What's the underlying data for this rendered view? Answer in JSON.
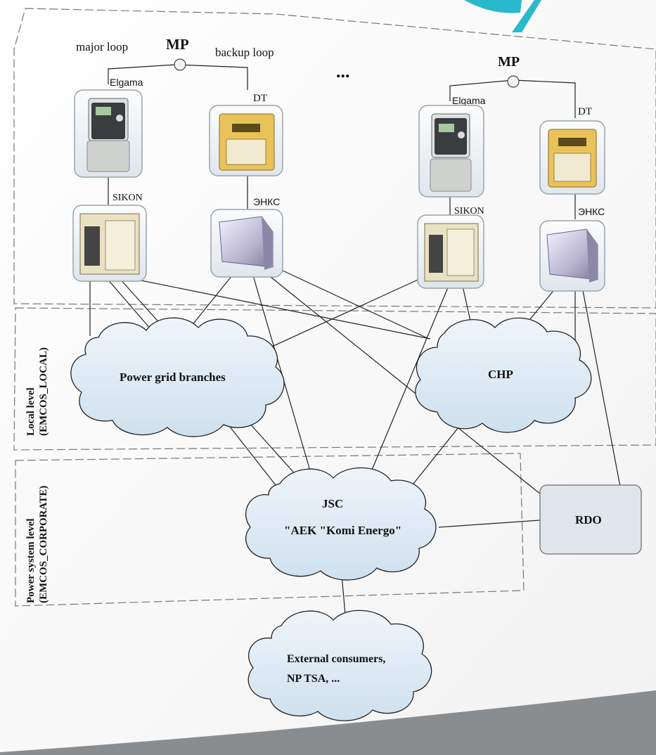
{
  "top": {
    "major_loop": "major loop",
    "mp_left": "MP",
    "backup_loop": "backup loop",
    "ellipsis": "...",
    "mp_right": "MP"
  },
  "devices": {
    "elgama_left": "Elgama",
    "dt_left": "DT",
    "sikon_left": "SIKON",
    "enks_left": "ЭНКС",
    "elgama_right": "Elgama",
    "dt_right": "DT",
    "sikon_right": "SIKON",
    "enks_right": "ЭНКС"
  },
  "levels": {
    "local_line1": "Local level",
    "local_line2": "(EMCOS_LOCAL)",
    "power_line1": "Power system level",
    "power_line2": "(EMCOS_CORPORATE)"
  },
  "nodes": {
    "power_grid": "Power grid branches",
    "chp": "CHP",
    "jsc_line1": "JSC",
    "jsc_line2": "\"AEK \"Komi Energo\"",
    "rdo": "RDO",
    "external_line1": "External consumers,",
    "external_line2": "NP TSA, ..."
  },
  "colors": {
    "accent_teal": "#29b8cc",
    "cloud_fill": "#dce9f4",
    "meter_yellow": "#e8c35a"
  }
}
